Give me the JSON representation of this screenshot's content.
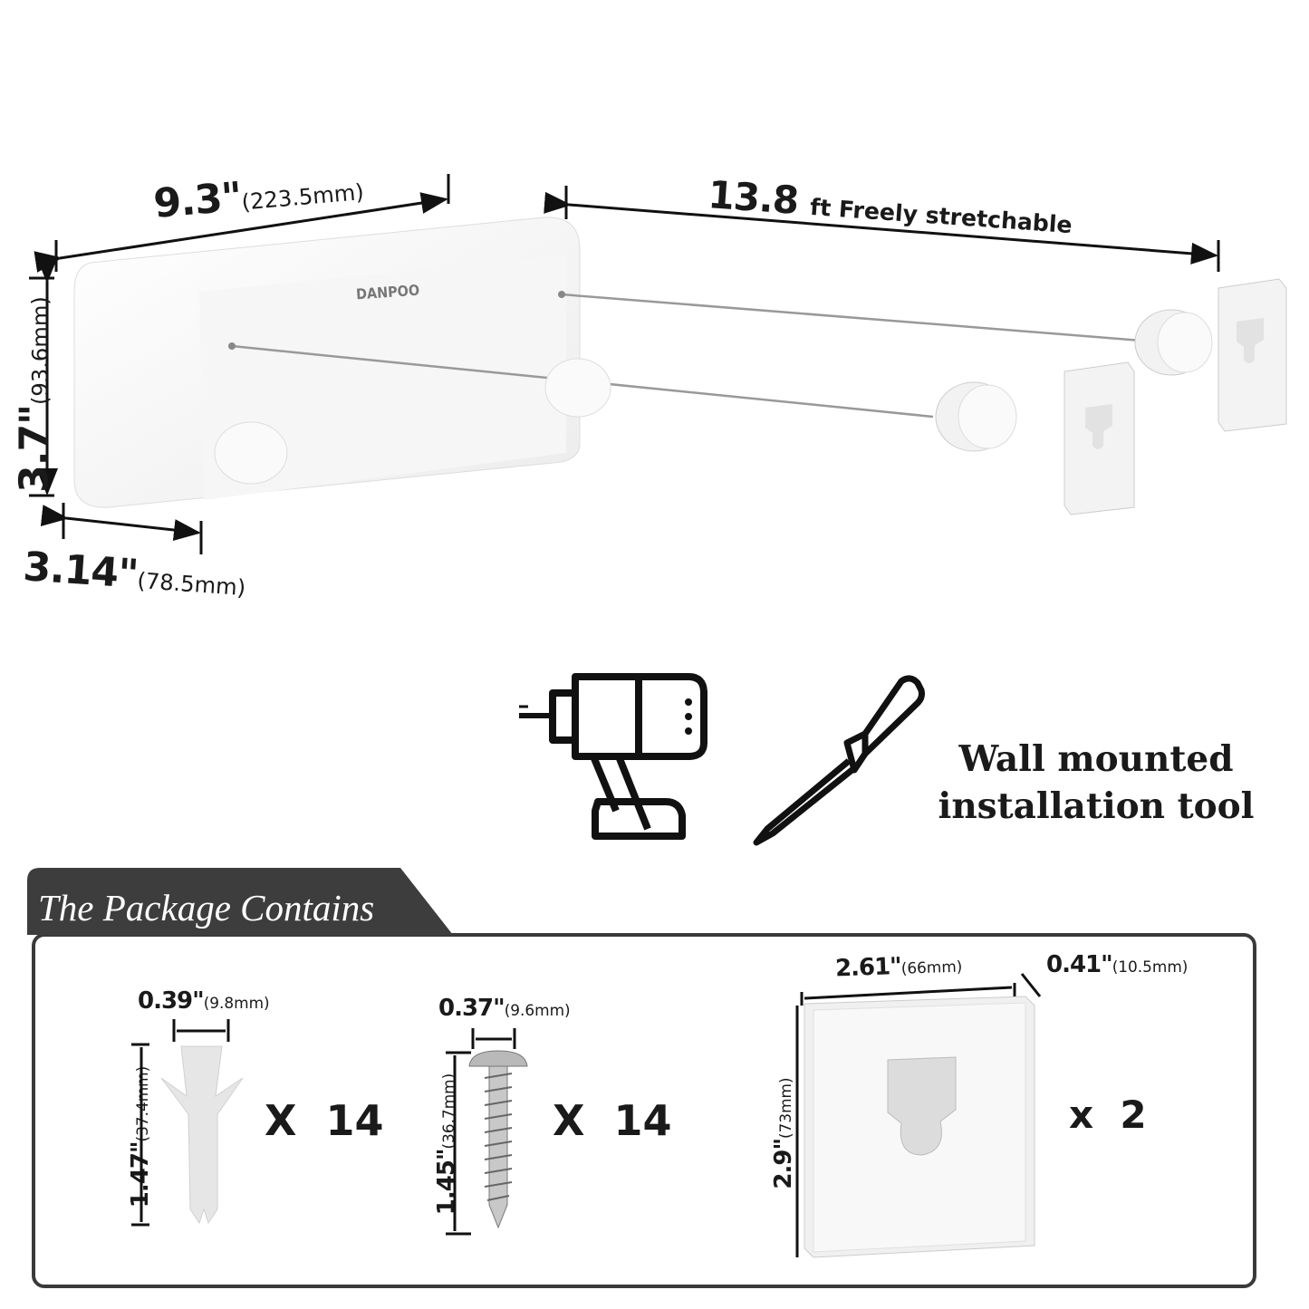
{
  "product": {
    "brand": "DANPOO",
    "width": {
      "inch": "9.3\"",
      "mm": "(223.5mm)"
    },
    "height": {
      "inch": "3.7\"",
      "mm": "(93.6mm)"
    },
    "depth": {
      "inch": "3.14\"",
      "mm": "(78.5mm)"
    },
    "line_length": {
      "value": "13.8",
      "text": "ft Freely stretchable"
    }
  },
  "tools": {
    "icons": [
      "drill-icon",
      "screwdriver-icon"
    ],
    "caption_line1": "Wall mounted",
    "caption_line2": "installation tool"
  },
  "package": {
    "title": "The Package Contains",
    "items": [
      {
        "name": "anchor",
        "width_inch": "0.39\"",
        "width_mm": "(9.8mm)",
        "length_inch": "1.47\"",
        "length_mm": "(37.4mm)",
        "quantity": "X  14"
      },
      {
        "name": "screw",
        "width_inch": "0.37\"",
        "width_mm": "(9.6mm)",
        "length_inch": "1.45\"",
        "length_mm": "(36.7mm)",
        "quantity": "X  14"
      },
      {
        "name": "wall-plate",
        "width_inch": "2.61\"",
        "width_mm": "(66mm)",
        "thickness_inch": "0.41\"",
        "thickness_mm": "(10.5mm)",
        "height_inch": "2.9\"",
        "height_mm": "(73mm)",
        "quantity": "x  2"
      }
    ]
  },
  "colors": {
    "dark_tab": "#3d3d3d",
    "product_white": "#f4f4f4",
    "text": "#1a1a1a"
  }
}
